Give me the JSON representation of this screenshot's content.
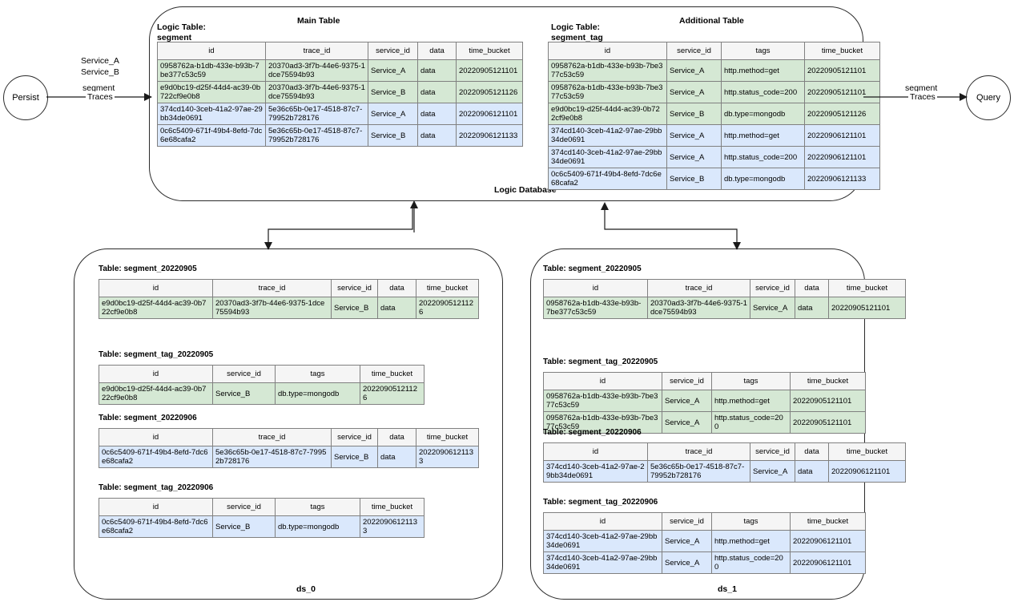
{
  "diagram": {
    "left_node": {
      "label": "Persist"
    },
    "right_node": {
      "label": "Query"
    },
    "left_edge": {
      "line1": "Service_A",
      "line2": "Service_B",
      "line3": "segment",
      "line4": "Traces"
    },
    "right_edge": {
      "line1": "segment",
      "line2": "Traces"
    },
    "logic_database": {
      "label": "Logic Database",
      "main_table_title": "Main Table",
      "additional_table_title": "Additional  Table",
      "main_logic_label": "Logic Table:\nsegment",
      "additional_logic_label": "Logic Table:\nsegment_tag"
    },
    "ds0": {
      "label": "ds_0"
    },
    "ds1": {
      "label": "ds_1"
    }
  },
  "segment_columns": [
    "id",
    "trace_id",
    "service_id",
    "data",
    "time_bucket"
  ],
  "segment_tag_columns": [
    "id",
    "service_id",
    "tags",
    "time_bucket"
  ],
  "main_table": {
    "rows": [
      {
        "id": "0958762a-b1db-433e-b93b-7be377c53c59",
        "trace_id": "20370ad3-3f7b-44e6-9375-1dce75594b93",
        "service_id": "Service_A",
        "data": "data",
        "time_bucket": "20220905121101",
        "color": "c-green"
      },
      {
        "id": "e9d0bc19-d25f-44d4-ac39-0b722cf9e0b8",
        "trace_id": "20370ad3-3f7b-44e6-9375-1dce75594b93",
        "service_id": "Service_B",
        "data": "data",
        "time_bucket": "20220905121126",
        "color": "c-green"
      },
      {
        "id": "374cd140-3ceb-41a2-97ae-29bb34de0691",
        "trace_id": "5e36c65b-0e17-4518-87c7-79952b728176",
        "service_id": "Service_A",
        "data": "data",
        "time_bucket": "20220906121101",
        "color": "c-blue"
      },
      {
        "id": "0c6c5409-671f-49b4-8efd-7dc6e68cafa2",
        "trace_id": "5e36c65b-0e17-4518-87c7-79952b728176",
        "service_id": "Service_B",
        "data": "data",
        "time_bucket": "20220906121133",
        "color": "c-blue"
      }
    ]
  },
  "additional_table": {
    "rows": [
      {
        "id": "0958762a-b1db-433e-b93b-7be377c53c59",
        "service_id": "Service_A",
        "tags": "http.method=get",
        "time_bucket": "20220905121101",
        "color": "c-green"
      },
      {
        "id": "0958762a-b1db-433e-b93b-7be377c53c59",
        "service_id": "Service_A",
        "tags": "http.status_code=200",
        "time_bucket": "20220905121101",
        "color": "c-green"
      },
      {
        "id": "e9d0bc19-d25f-44d4-ac39-0b722cf9e0b8",
        "service_id": "Service_B",
        "tags": "db.type=mongodb",
        "time_bucket": "20220905121126",
        "color": "c-green"
      },
      {
        "id": "374cd140-3ceb-41a2-97ae-29bb34de0691",
        "service_id": "Service_A",
        "tags": "http.method=get",
        "time_bucket": "20220906121101",
        "color": "c-blue"
      },
      {
        "id": "374cd140-3ceb-41a2-97ae-29bb34de0691",
        "service_id": "Service_A",
        "tags": "http.status_code=200",
        "time_bucket": "20220906121101",
        "color": "c-blue"
      },
      {
        "id": "0c6c5409-671f-49b4-8efd-7dc6e68cafa2",
        "service_id": "Service_B",
        "tags": "db.type=mongodb",
        "time_bucket": "20220906121133",
        "color": "c-blue"
      }
    ]
  },
  "ds0_tables": [
    {
      "caption": "Table: segment_20220905",
      "kind": "segment",
      "rows": [
        {
          "id": "e9d0bc19-d25f-44d4-ac39-0b722cf9e0b8",
          "trace_id": "20370ad3-3f7b-44e6-9375-1dce75594b93",
          "service_id": "Service_B",
          "data": "data",
          "time_bucket": "20220905121126",
          "color": "c-green"
        }
      ]
    },
    {
      "caption": "Table: segment_tag_20220905",
      "kind": "segment_tag",
      "rows": [
        {
          "id": "e9d0bc19-d25f-44d4-ac39-0b722cf9e0b8",
          "service_id": "Service_B",
          "tags": "db.type=mongodb",
          "time_bucket": "20220905121126",
          "color": "c-green"
        }
      ]
    },
    {
      "caption": "Table: segment_20220906",
      "kind": "segment",
      "rows": [
        {
          "id": "0c6c5409-671f-49b4-8efd-7dc6e68cafa2",
          "trace_id": "5e36c65b-0e17-4518-87c7-79952b728176",
          "service_id": "Service_B",
          "data": "data",
          "time_bucket": "20220906121133",
          "color": "c-blue"
        }
      ]
    },
    {
      "caption": "Table: segment_tag_20220906",
      "kind": "segment_tag",
      "rows": [
        {
          "id": "0c6c5409-671f-49b4-8efd-7dc6e68cafa2",
          "service_id": "Service_B",
          "tags": "db.type=mongodb",
          "time_bucket": "20220906121133",
          "color": "c-blue"
        }
      ]
    }
  ],
  "ds1_tables": [
    {
      "caption": "Table: segment_20220905",
      "kind": "segment",
      "rows": [
        {
          "id": "0958762a-b1db-433e-b93b-7be377c53c59",
          "trace_id": "20370ad3-3f7b-44e6-9375-1dce75594b93",
          "service_id": "Service_A",
          "data": "data",
          "time_bucket": "20220905121101",
          "color": "c-green"
        }
      ]
    },
    {
      "caption": "Table: segment_tag_20220905",
      "kind": "segment_tag",
      "rows": [
        {
          "id": "0958762a-b1db-433e-b93b-7be377c53c59",
          "service_id": "Service_A",
          "tags": "http.method=get",
          "time_bucket": "20220905121101",
          "color": "c-green"
        },
        {
          "id": "0958762a-b1db-433e-b93b-7be377c53c59",
          "service_id": "Service_A",
          "tags": "http.status_code=200",
          "time_bucket": "20220905121101",
          "color": "c-green"
        }
      ]
    },
    {
      "caption": "Table: segment_20220906",
      "kind": "segment",
      "rows": [
        {
          "id": "374cd140-3ceb-41a2-97ae-29bb34de0691",
          "trace_id": "5e36c65b-0e17-4518-87c7-79952b728176",
          "service_id": "Service_A",
          "data": "data",
          "time_bucket": "20220906121101",
          "color": "c-blue"
        }
      ]
    },
    {
      "caption": "Table: segment_tag_20220906",
      "kind": "segment_tag",
      "rows": [
        {
          "id": "374cd140-3ceb-41a2-97ae-29bb34de0691",
          "service_id": "Service_A",
          "tags": "http.method=get",
          "time_bucket": "20220906121101",
          "color": "c-blue"
        },
        {
          "id": "374cd140-3ceb-41a2-97ae-29bb34de0691",
          "service_id": "Service_A",
          "tags": "http.status_code=200",
          "time_bucket": "20220906121101",
          "color": "c-blue"
        }
      ]
    }
  ],
  "colors": {
    "green_row": "#d5e8d4",
    "blue_row": "#dae8fc",
    "header_bg": "#f5f5f5",
    "border": "#808080",
    "outline": "#2b2b2b"
  }
}
